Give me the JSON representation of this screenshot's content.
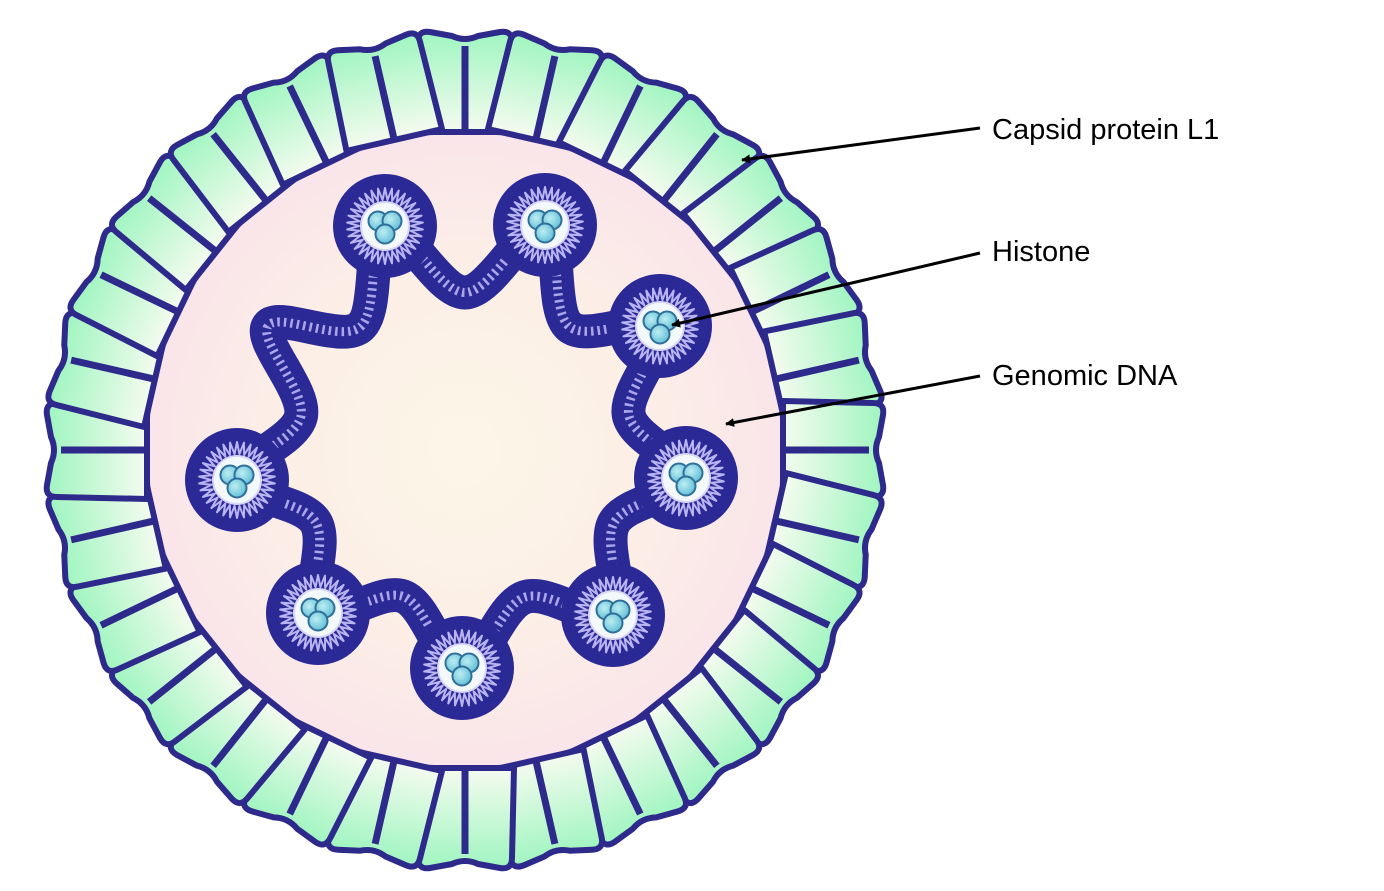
{
  "labels": {
    "capsid": "Capsid protein L1",
    "histone": "Histone",
    "genomic_dna": "Genomic DNA"
  },
  "structure": {
    "capsomere_count": 28,
    "nucleosome_count": 8
  },
  "colors": {
    "outline": "#2e2a8c",
    "capsid_fill_start": "#f5fbef",
    "capsid_fill_end": "#9ff5c0",
    "interior_center": "#fdf6e8",
    "interior_edge": "#f9e4ea",
    "dna_band": "#2b2996",
    "dna_wave": "#b9b4f2",
    "nucleosome_core": "#f3f8fb",
    "histone_fill": "#6cc8dc",
    "text": "#000000",
    "leader_line": "#000000"
  }
}
